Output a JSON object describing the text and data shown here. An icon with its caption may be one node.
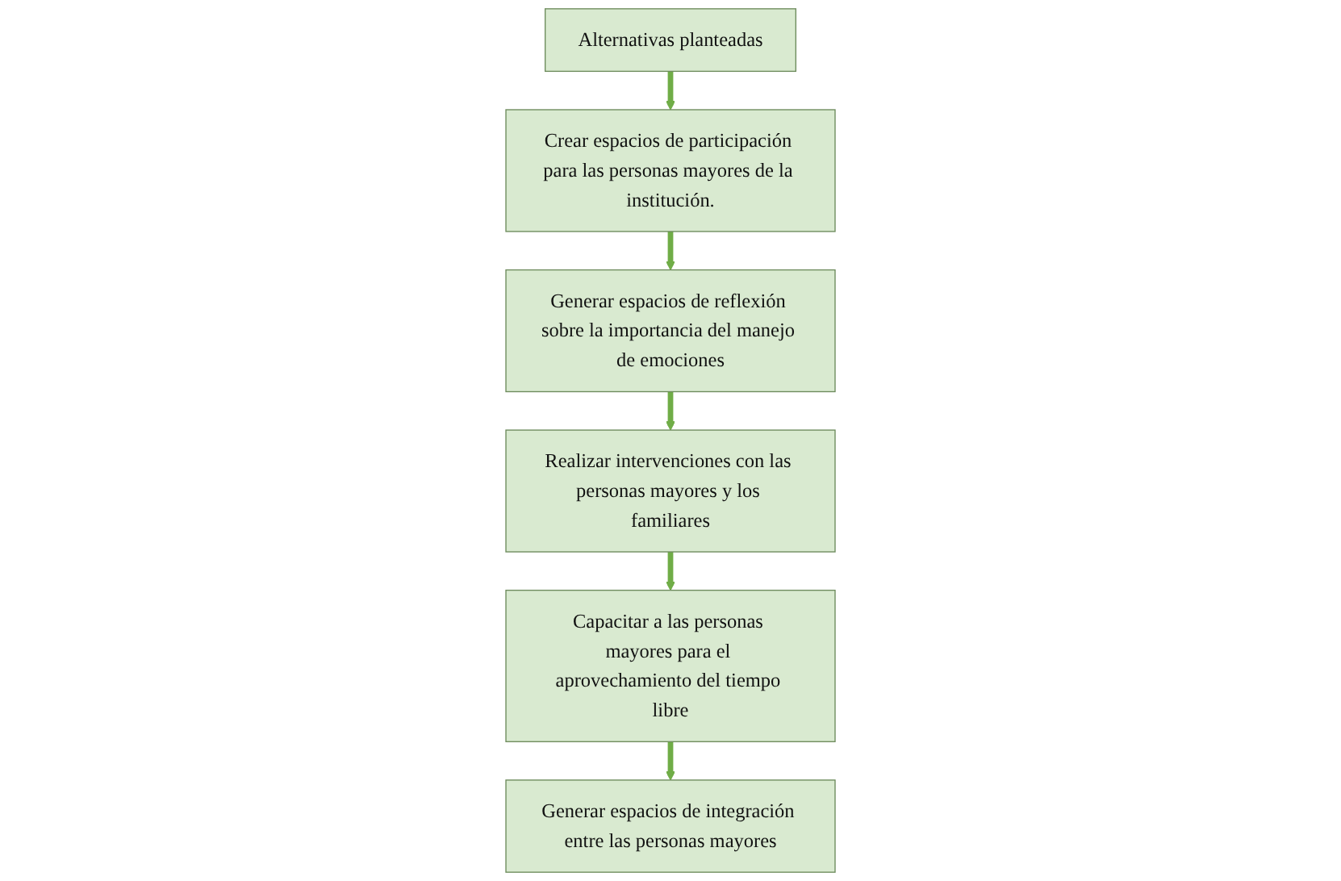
{
  "diagram": {
    "nodes": [
      {
        "text": [
          "Alternativas planteadas"
        ]
      },
      {
        "text": [
          "Crear espacios de participación para las personas mayores de la institución."
        ]
      },
      {
        "text": [
          "Generar espacios de reflexión sobre la importancia del manejo de emociones"
        ]
      },
      {
        "text": [
          "Realizar intervenciones con las personas mayores y los familiares"
        ]
      },
      {
        "text": [
          "Capacitar a las personas mayores para el aprovechamiento del tiempo libre"
        ]
      },
      {
        "text": [
          "Generar espacios de integración entre las personas mayores"
        ]
      }
    ],
    "edges": [
      {
        "from": 0,
        "to": 1,
        "arrow": "to"
      },
      {
        "from": 1,
        "to": 2,
        "arrow": "to"
      },
      {
        "from": 2,
        "to": 3,
        "arrow": "to"
      },
      {
        "from": 3,
        "to": 4,
        "arrow": "to"
      },
      {
        "from": 4,
        "to": 5,
        "arrow": "to"
      }
    ]
  }
}
